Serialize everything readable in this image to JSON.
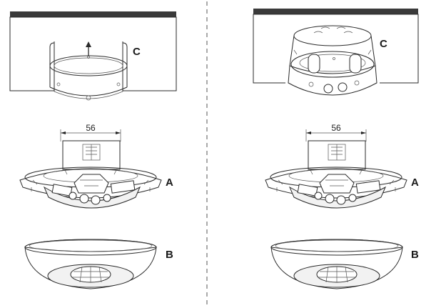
{
  "labels": {
    "left_box": "C",
    "right_box": "C",
    "left_base": "A",
    "right_base": "A",
    "left_cover": "B",
    "right_cover": "B"
  },
  "dimensions": {
    "left_width": "56",
    "right_width": "56"
  },
  "icons": {
    "arrow": "arrow-up-icon"
  }
}
